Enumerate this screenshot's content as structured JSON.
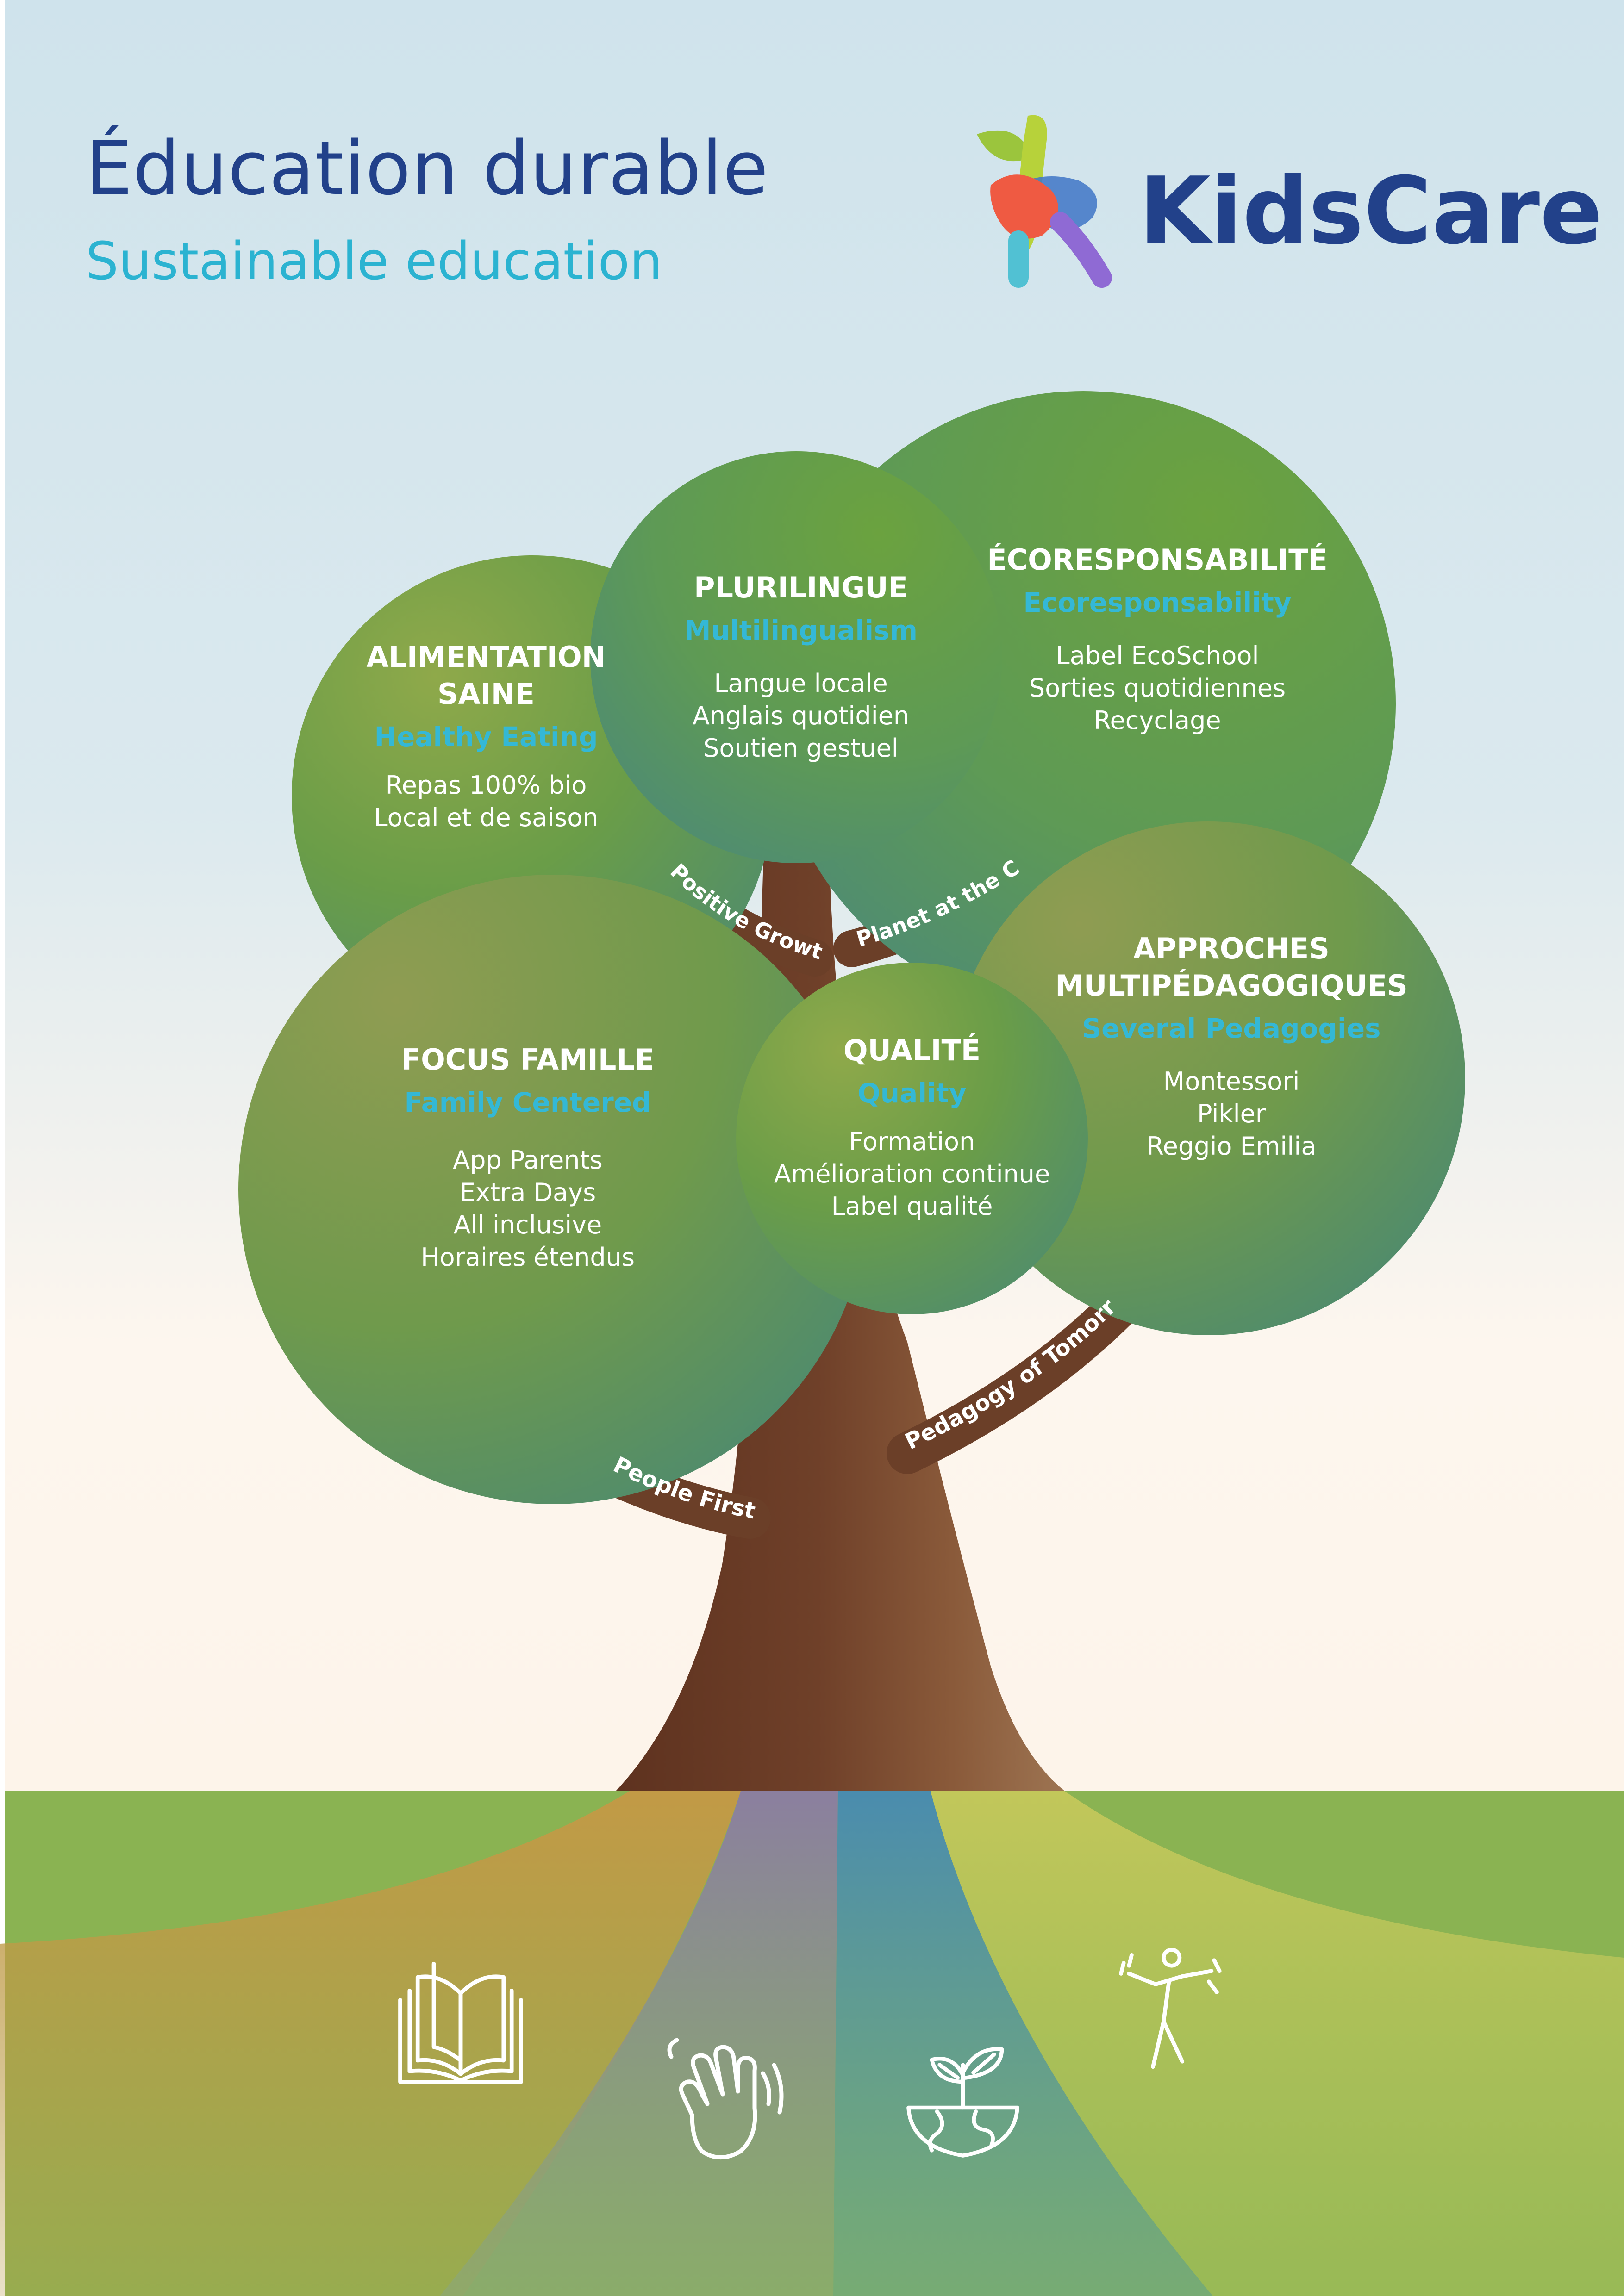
{
  "header": {
    "title_fr": "Éducation durable",
    "title_en": "Sustainable education"
  },
  "brand": {
    "name": "KidsCare",
    "color": "#22418a"
  },
  "colors": {
    "title": "#22418a",
    "subtitle": "#2bb3d1",
    "leaf_subtitle": "#34b8d6",
    "trunk": "#6b3f28",
    "grass": "#8ab352",
    "sky": "#cfe3ec"
  },
  "bubbles": [
    {
      "id": "alimentation",
      "title": "ALIMENTATION SAINE",
      "subtitle": "Healthy Eating",
      "items": [
        "Repas 100% bio",
        "Local et de saison"
      ]
    },
    {
      "id": "plurilingue",
      "title": "PLURILINGUE",
      "subtitle": "Multilingualism",
      "items": [
        "Langue locale",
        "Anglais quotidien",
        "Soutien gestuel"
      ]
    },
    {
      "id": "ecoresponsabilite",
      "title": "ÉCORESPONSABILITÉ",
      "subtitle": "Ecoresponsability",
      "items": [
        "Label EcoSchool",
        "Sorties quotidiennes",
        "Recyclage"
      ]
    },
    {
      "id": "approches",
      "title": "APPROCHES MULTIPÉDAGOGIQUES",
      "subtitle": "Several Pedagogies",
      "items": [
        "Montessori",
        "Pikler",
        "Reggio Emilia"
      ]
    },
    {
      "id": "qualite",
      "title": "QUALITÉ",
      "subtitle": "Quality",
      "items": [
        "Formation",
        "Amélioration continue",
        "Label qualité"
      ]
    },
    {
      "id": "famille",
      "title": "FOCUS FAMILLE",
      "subtitle": "Family Centered",
      "items": [
        "App Parents",
        "Extra Days",
        "All inclusive",
        "Horaires étendus"
      ]
    }
  ],
  "branches": {
    "positive_growth": "Positive Growth",
    "planet_at_the_core": "Planet at the Core",
    "people_first": "People First",
    "pedagogy_of_tomorrow": "Pedagogy of Tomorrow"
  },
  "icons": [
    "book-icon",
    "waving-hand-icon",
    "plant-globe-icon",
    "active-child-icon"
  ]
}
